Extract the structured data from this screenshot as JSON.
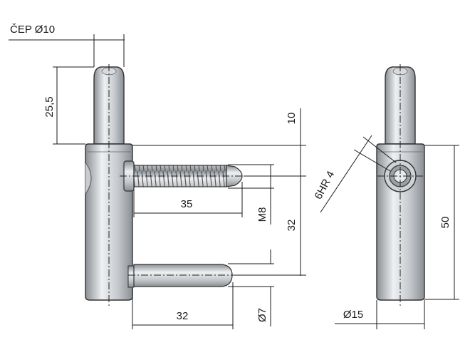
{
  "labels": {
    "pin_diameter": "ČEP Ø10",
    "pin_height": "25,5",
    "top_offset": "10",
    "screw_length": "35",
    "thread": "M8",
    "spacing": "32",
    "hex_socket": "6HR 4",
    "total_height": "50",
    "pin_length": "32",
    "pin_small_diameter": "Ø7",
    "body_diameter": "Ø15"
  },
  "colors": {
    "metal_light": "#e6e8ea",
    "metal_mid": "#b8bcc0",
    "metal_dark": "#8a8f94",
    "line": "#1a1a1a"
  }
}
